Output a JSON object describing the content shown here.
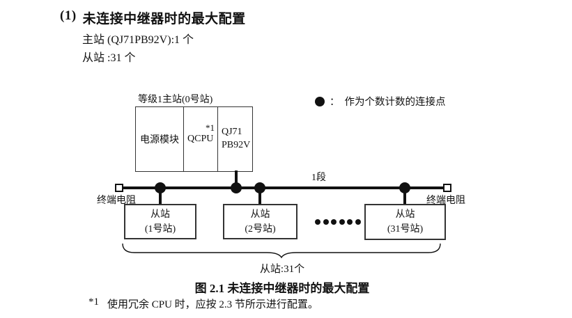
{
  "page": {
    "heading_marker": "(1)",
    "heading_text": "未连接中继器时的最大配置",
    "master_count_line": "主站 (QJ71PB92V):1 个",
    "slave_count_line": "从站 :31 个",
    "caption": "图 2.1 未连接中继器时的最大配置",
    "footnote_marker": "*1",
    "footnote_text": "使用冗余 CPU 时，应按 2.3 节所示进行配置。"
  },
  "diagram": {
    "master_label": "等级1主站(0号站)",
    "modules": {
      "power": "电源模块",
      "cpu": "QCPU",
      "cpu_footnote_ref": "*1",
      "network_line1": "QJ71",
      "network_line2": "PB92V"
    },
    "legend": {
      "colon": "：",
      "text": "作为个数计数的连接点"
    },
    "segment_label": "1段",
    "terminator_left_label": "终端电阻",
    "terminator_right_label": "终端电阻",
    "slaves": [
      {
        "line1": "从站",
        "line2": "(1号站)"
      },
      {
        "line1": "从站",
        "line2": "(2号站)"
      },
      {
        "line1": "从站",
        "line2": "(31号站)"
      }
    ],
    "brace_label": "从站:31个",
    "colors": {
      "ink": "#111111",
      "paper": "#ffffff"
    }
  }
}
